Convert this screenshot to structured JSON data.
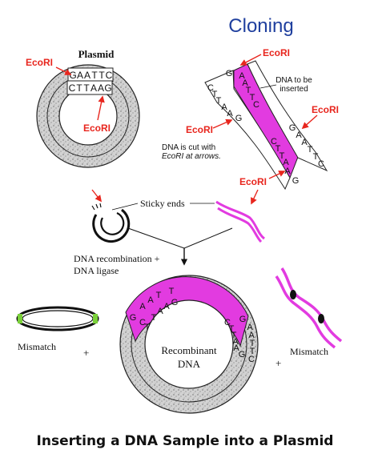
{
  "title": "Cloning",
  "caption": "Inserting a DNA Sample into a Plasmid",
  "labels": {
    "plasmid": "Plasmid",
    "ecori": "EcoRI",
    "dna_to_be_inserted_line1": "DNA to be",
    "dna_to_be_inserted_line2": "inserted",
    "dna_cut_line1": "DNA is cut with",
    "dna_cut_line2": "EcoRI at arrows.",
    "sticky_ends": "Sticky ends",
    "recombination_line1": "DNA recombination +",
    "recombination_line2": "DNA ligase",
    "mismatch": "Mismatch",
    "plus": "+",
    "recombinant_line1": "Recombinant",
    "recombinant_line2": "DNA"
  },
  "bases": {
    "plasmid_top": [
      "G",
      "A",
      "A",
      "T",
      "T",
      "C"
    ],
    "plasmid_bottom": [
      "C",
      "T",
      "T",
      "A",
      "A",
      "G"
    ],
    "insert_left": [
      "G",
      "C",
      "T",
      "T",
      "A",
      "A"
    ],
    "insert_magenta_top": [
      "A",
      "A",
      "T",
      "T",
      "C"
    ],
    "insert_magenta_bottom": [
      "G",
      "C",
      "T",
      "T",
      "A",
      "A"
    ],
    "insert_right": [
      "G",
      "A",
      "A",
      "T",
      "T",
      "C"
    ]
  },
  "colors": {
    "title": "#1f3f9e",
    "ecori": "#e8261e",
    "insert": "#e23be0",
    "plasmid_fill": "#c9c9c9",
    "mismatch_ring": "#7ad13a"
  }
}
